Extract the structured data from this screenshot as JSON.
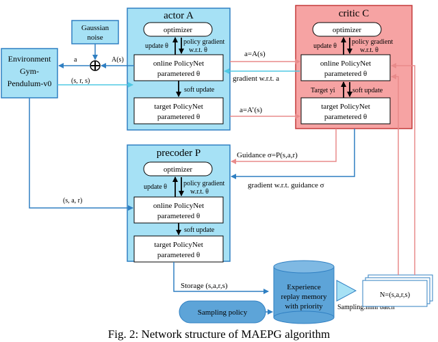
{
  "caption": "Fig. 2: Network structure of MAEPG algorithm",
  "gaussian": [
    "Gaussian",
    "noise"
  ],
  "environment": [
    "Environment",
    "Gym-",
    "Pendulum-v0"
  ],
  "actor": {
    "title": "actor A",
    "optimizer": "optimizer",
    "update": "update θ",
    "policy_gradient": [
      "policy gradient",
      "w.r.t. θ"
    ],
    "online": [
      "online PolicyNet",
      "parametered θ"
    ],
    "soft_update": "soft update",
    "target": [
      "target PolicyNet",
      "parametered θ"
    ]
  },
  "critic": {
    "title": "critic C",
    "optimizer": "optimizer",
    "update": "update θ",
    "policy_gradient": [
      "policy gradient",
      "w.r.t. θ"
    ],
    "online": [
      "online PolicyNet",
      "parametered θ"
    ],
    "target_y": "Target yi",
    "soft_update": "soft update",
    "target": [
      "target PolicyNet",
      "parametered θ"
    ]
  },
  "precoder": {
    "title": "precoder P",
    "optimizer": "optimizer",
    "update": "update θ",
    "policy_gradient": [
      "policy gradient",
      "w.r.t. θ"
    ],
    "online": [
      "online PolicyNet",
      "parametered θ"
    ],
    "soft_update": "soft update",
    "target": [
      "target PolicyNet",
      "parametered θ"
    ]
  },
  "edges": {
    "a_t": "a",
    "A_s": "A(s)",
    "s_r_s": "(s, r, s)",
    "a_eq_A": "a=A(s)",
    "grad_a": "gradient w.r.t. a",
    "a_eq_A2": "a=A’(s)",
    "guidance": "Guidance σ=P(s,a,r)",
    "grad_guidance": "gradient w.r.t. guidance σ",
    "s_a_r": "(s, a, r)",
    "storage": "Storage (s,a,r,s)",
    "sampling_batch": "Sampling:mini batch"
  },
  "replay": [
    "Experience",
    "replay memory",
    "with priority"
  ],
  "sampling_policy": "Sampling policy",
  "batch_label": "N=(s,a,r,s)",
  "colors": {
    "blue_fill": "#a6e1f5",
    "blue_stroke": "#2f7fc2",
    "red_fill": "#f6a3a3",
    "red_stroke": "#c43a3a",
    "pink_arrow": "#e88a8a",
    "cyan_arrow": "#4fc9e3",
    "drum_fill": "#5da4d8"
  }
}
